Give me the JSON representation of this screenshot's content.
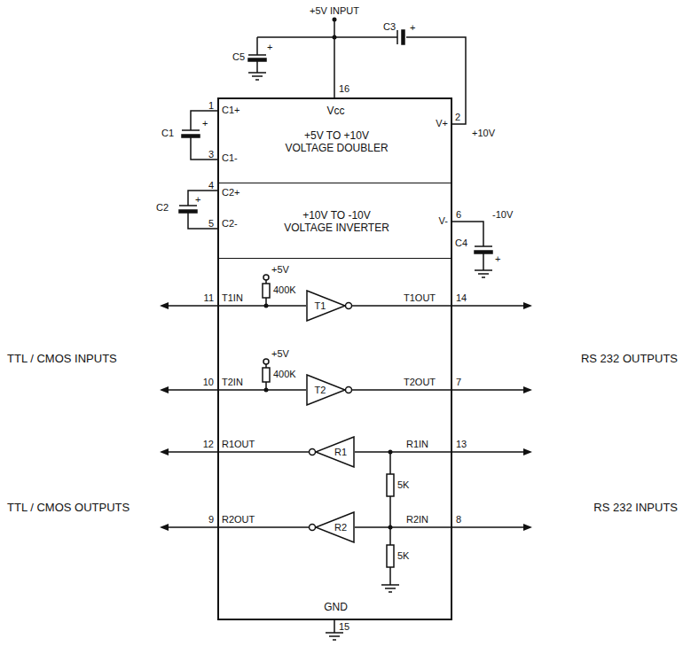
{
  "diagram": {
    "nodes": [
      {
        "text": [
          "Vcc",
          "GND"
        ]
      },
      {
        "text": [
          "+5V TO +10V VOLTAGE DOUBLER"
        ],
        "in": 0
      },
      {
        "text": [
          "+10V TO -10V VOLTAGE INVERTER"
        ],
        "in": 0
      },
      {
        "text": [
          "T1"
        ],
        "in": 0
      },
      {
        "text": [
          "T2"
        ],
        "in": 0
      },
      {
        "text": [
          "R1"
        ],
        "in": 0
      },
      {
        "text": [
          "R2"
        ],
        "in": 0
      }
    ],
    "labels": [
      "+5V INPUT",
      "C5",
      "+",
      "C3",
      "+",
      "16",
      "1",
      "C1+",
      "C1",
      "+",
      "3",
      "C1-",
      "2",
      "V+",
      "+10V",
      "4",
      "C2+",
      "C2",
      "+",
      "5",
      "C2-",
      "6",
      "V-",
      "-10V",
      "C4",
      "+",
      "+5V",
      "400K",
      "11",
      "T1IN",
      "T1OUT",
      "14",
      "+5V",
      "400K",
      "10",
      "T2IN",
      "T2OUT",
      "7",
      "12",
      "R1OUT",
      "R1IN",
      "13",
      "5K",
      "9",
      "R2OUT",
      "R2IN",
      "8",
      "5K",
      "15",
      "TTL / CMOS INPUTS",
      "RS 232 OUTPUTS",
      "TTL / CMOS OUTPUTS",
      "RS 232 INPUTS"
    ]
  }
}
